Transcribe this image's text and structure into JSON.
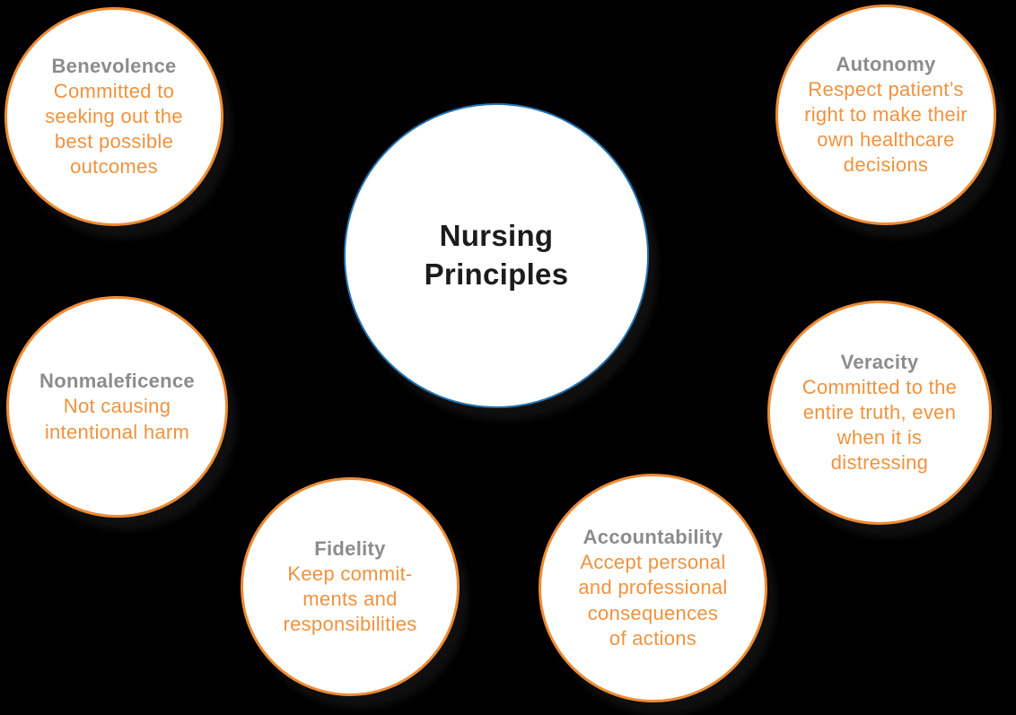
{
  "diagram": {
    "title": "Nursing Principles",
    "background_color": "#000000",
    "center": {
      "label": "Nursing\nPrinciples",
      "border_color": "#2173B2",
      "fill_color": "#FFFFFF",
      "text_color": "#1C1C1C"
    },
    "satellite_style": {
      "border_color": "#EE8B33",
      "fill_color": "#FFFFFF",
      "title_color": "#8C8C8C",
      "description_color": "#F0923D"
    },
    "principles": [
      {
        "title": "Benevolence",
        "description": "Committed to\nseeking out the\nbest possible\noutcomes"
      },
      {
        "title": "Autonomy",
        "description": "Respect patient’s\nright to make their\nown healthcare\ndecisions"
      },
      {
        "title": "Nonmaleficence",
        "description": "Not causing\nintentional harm"
      },
      {
        "title": "Veracity",
        "description": "Committed to the\nentire truth, even\nwhen it is\ndistressing"
      },
      {
        "title": "Fidelity",
        "description": "Keep commit-\nments and\nresponsibilities"
      },
      {
        "title": "Accountability",
        "description": "Accept personal\nand professional\nconsequences\nof actions"
      }
    ]
  }
}
